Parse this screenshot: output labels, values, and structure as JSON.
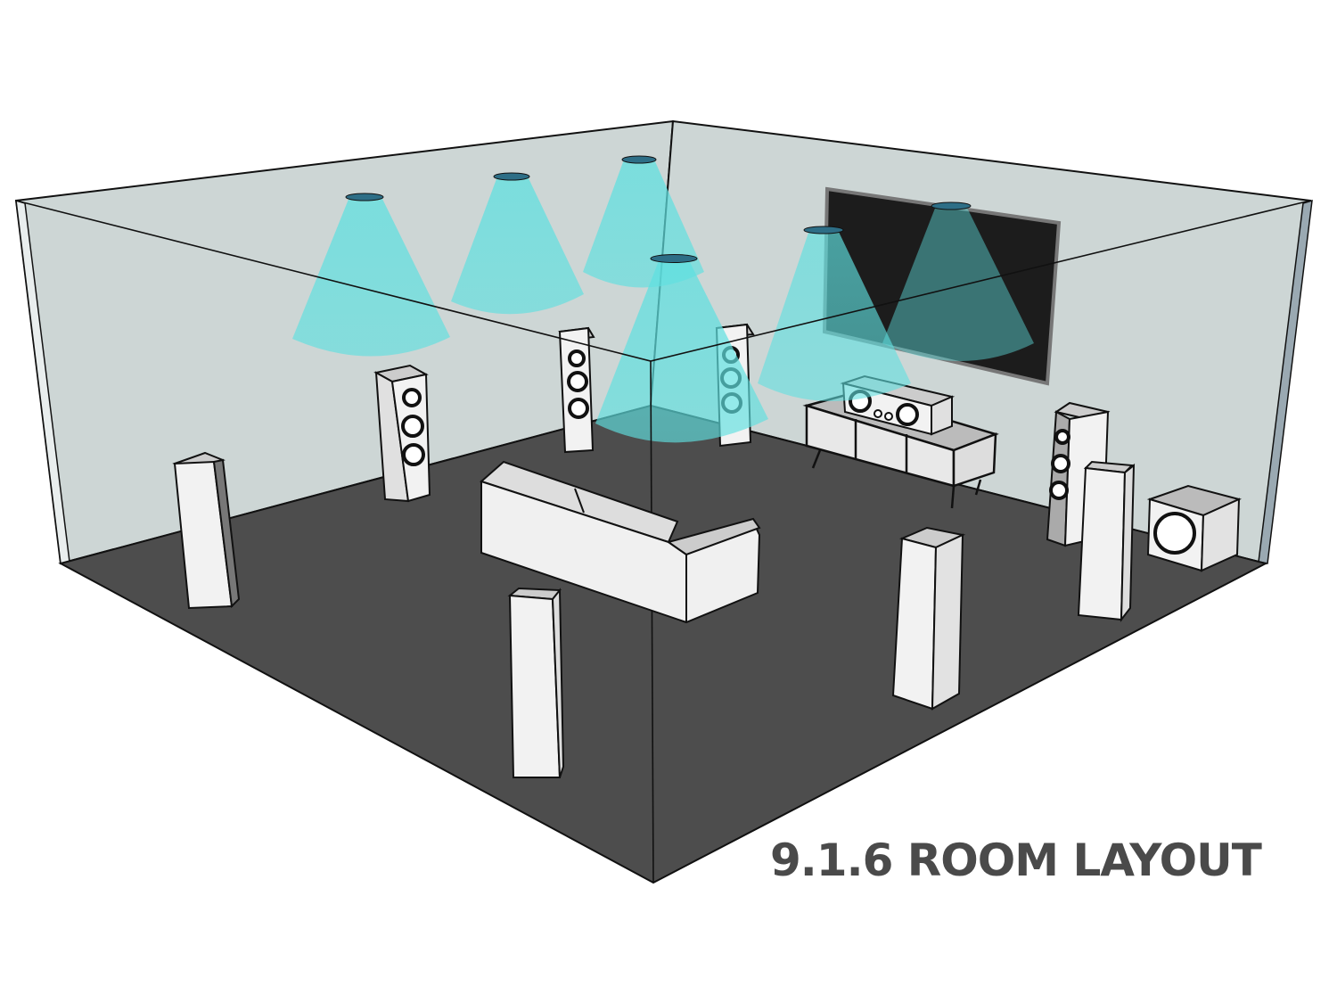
{
  "title": "9.1.6 ROOM LAYOUT",
  "colors": {
    "wall": "#cdd6d5",
    "floor": "#4d4d4d",
    "cone": "#5fe0e0",
    "speaker": "#f4f4f4",
    "tv": "#1c1c1c",
    "title": "#4a4a4a"
  },
  "counts": {
    "ear_level_speakers": 9,
    "subwoofers": 1,
    "overhead_speakers": 6
  }
}
